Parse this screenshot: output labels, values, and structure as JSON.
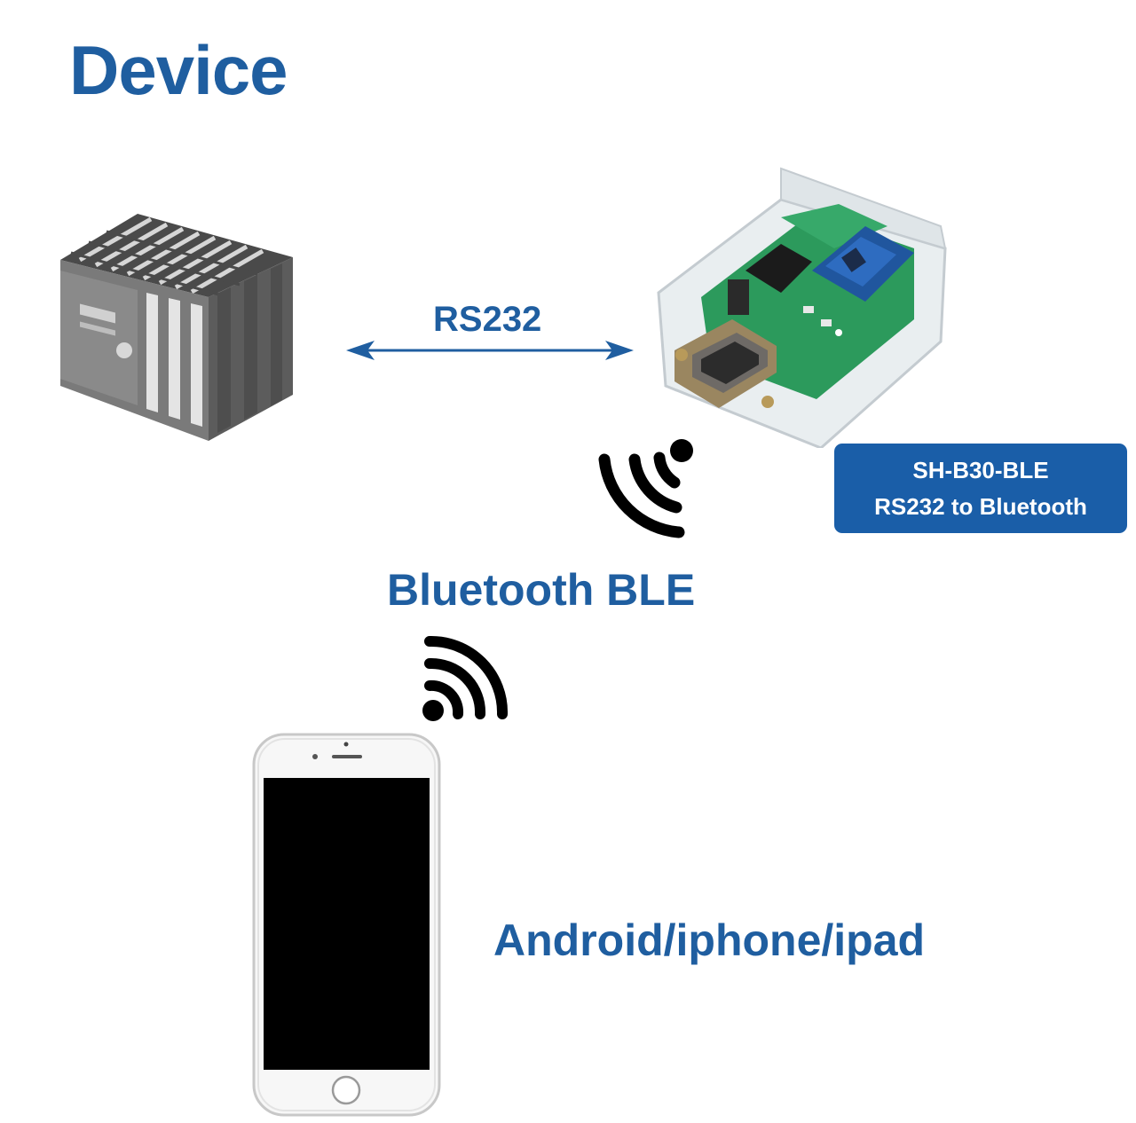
{
  "title": "Device",
  "link": {
    "protocol_label": "RS232"
  },
  "wireless": {
    "label": "Bluetooth BLE"
  },
  "product": {
    "model": "SH-B30-BLE",
    "description": "RS232 to Bluetooth"
  },
  "mobile": {
    "label": "Android/iphone/ipad"
  },
  "colors": {
    "accent": "#1f5ea0",
    "badge": "#1a5ea8",
    "icon": "#000000"
  },
  "icons": [
    "plc-device-icon",
    "converter-module-icon",
    "signal-wave-icon",
    "wifi-signal-icon",
    "smartphone-icon",
    "double-arrow-icon"
  ]
}
